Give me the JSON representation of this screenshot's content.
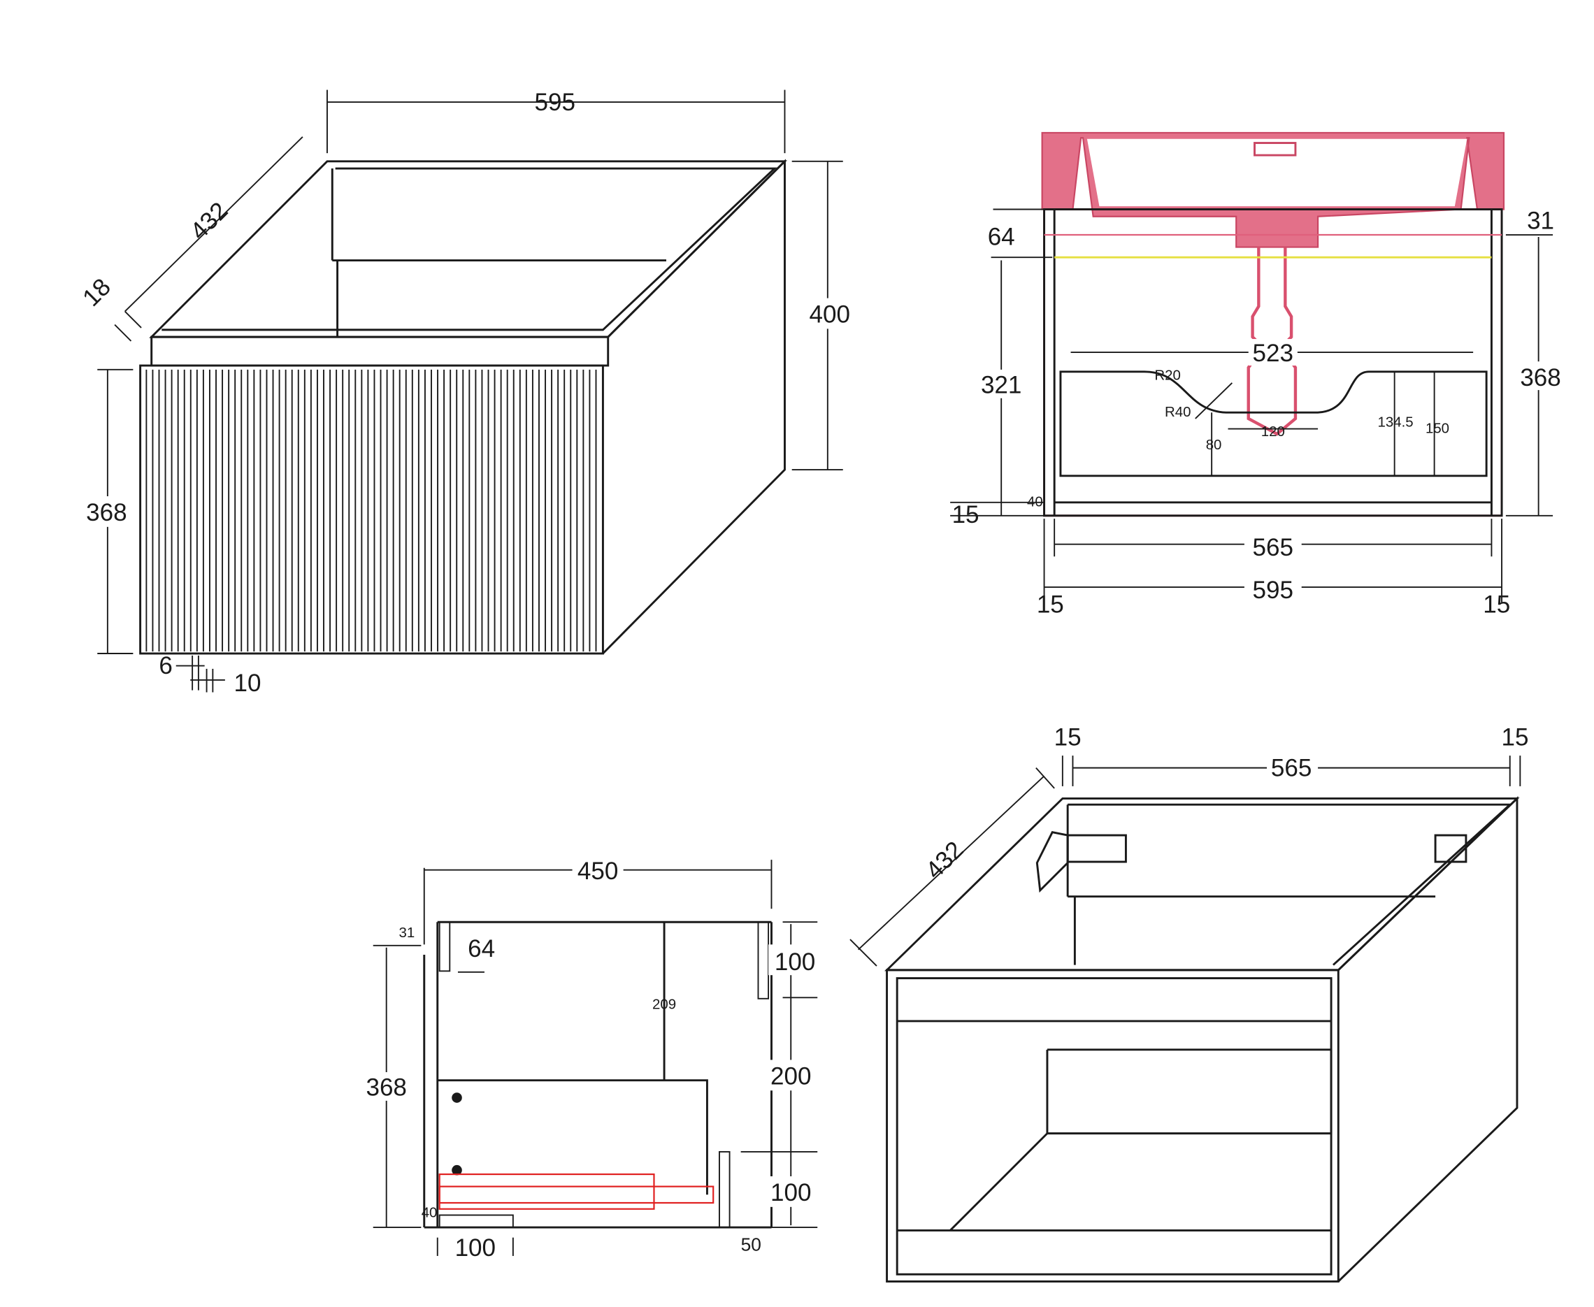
{
  "views": {
    "front_iso": {
      "width": "595",
      "depth": "432",
      "panel": "18",
      "height": "400",
      "drawer_height": "368",
      "flute_width": "6",
      "flute_gap": "10"
    },
    "front_elevation": {
      "top_gap": "64",
      "basin_overlap": "31",
      "inner_height": "321",
      "total_height": "368",
      "cutout_width": "523",
      "radius_top": "R20",
      "radius_bottom": "R40",
      "cut_width": "120",
      "cut_depth": "80",
      "side_depth_a": "134.5",
      "side_depth_b": "150",
      "bottom_offset": "15",
      "rail_offset": "40",
      "inner_width": "565",
      "overall_width": "595",
      "left_side": "15",
      "right_side": "15"
    },
    "side_elevation": {
      "depth": "450",
      "top_offset": "31",
      "rail_depth": "64",
      "height": "368",
      "drawer_depth": "209",
      "bracket_top": "100",
      "bracket_span": "200",
      "bracket_bottom": "100",
      "rail_offset": "40",
      "foot_width": "100",
      "foot_offset": "50"
    },
    "carcass_iso": {
      "left_side": "15",
      "inner_width": "565",
      "right_side": "15",
      "depth": "432"
    }
  },
  "colors": {
    "line": "#1a1a1a",
    "basin": "#e0607c",
    "rail": "#e02020",
    "guide": "#e6e040"
  }
}
